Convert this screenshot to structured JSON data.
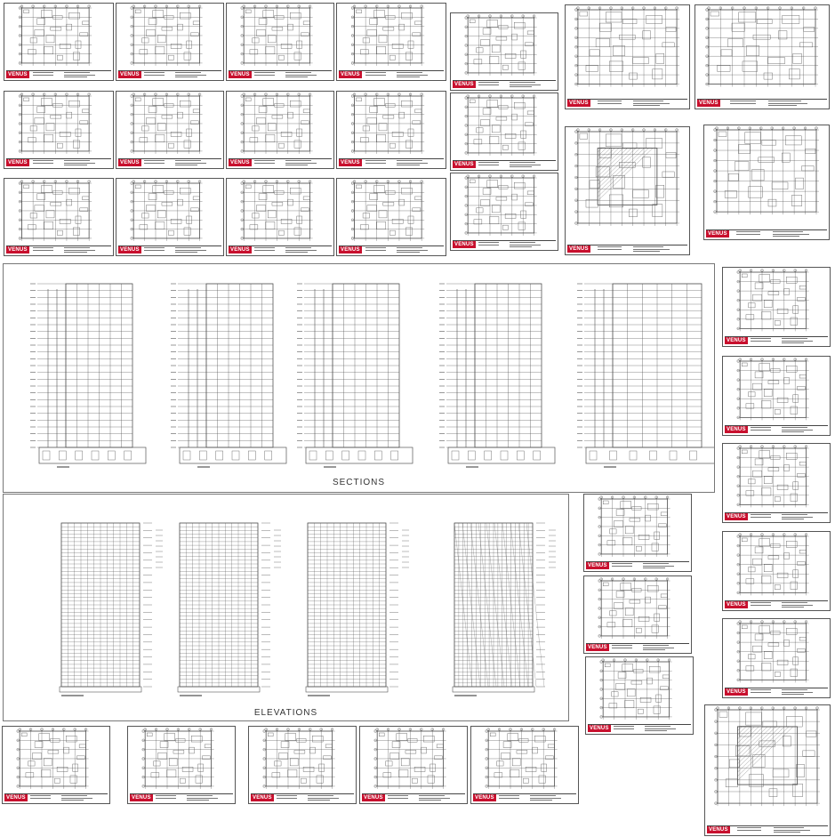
{
  "brand": {
    "logo_text": "VENUS",
    "logo_color": "#c8102e"
  },
  "panels": {
    "sections": {
      "label": "SECTIONS"
    },
    "elevations": {
      "label": "ELEVATIONS"
    }
  },
  "sheets": [
    {
      "kind": "plan"
    },
    {
      "kind": "plan"
    },
    {
      "kind": "plan"
    },
    {
      "kind": "plan"
    },
    {
      "kind": "plan"
    },
    {
      "kind": "plan"
    },
    {
      "kind": "plan"
    },
    {
      "kind": "plan"
    },
    {
      "kind": "plan"
    },
    {
      "kind": "plan"
    },
    {
      "kind": "plan"
    },
    {
      "kind": "plan"
    },
    {
      "kind": "plan"
    },
    {
      "kind": "plan"
    },
    {
      "kind": "plan"
    },
    {
      "kind": "basement"
    },
    {
      "kind": "basement"
    },
    {
      "kind": "site"
    },
    {
      "kind": "basement"
    },
    {
      "kind": "plan"
    },
    {
      "kind": "plan"
    },
    {
      "kind": "plan"
    },
    {
      "kind": "plan"
    },
    {
      "kind": "plan"
    },
    {
      "kind": "plan"
    },
    {
      "kind": "plan"
    },
    {
      "kind": "plan"
    },
    {
      "kind": "plan"
    },
    {
      "kind": "plan"
    },
    {
      "kind": "plan"
    },
    {
      "kind": "plan"
    },
    {
      "kind": "plan"
    },
    {
      "kind": "site"
    }
  ]
}
